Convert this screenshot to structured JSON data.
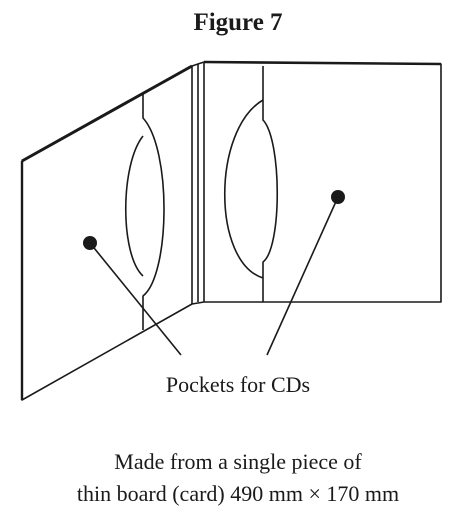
{
  "figure": {
    "title": "Figure 7"
  },
  "diagram": {
    "pointer_label": "Pockets for CDs"
  },
  "caption": {
    "line1": "Made from a single piece of",
    "line2": "thin board (card) 490 mm × 170 mm"
  }
}
